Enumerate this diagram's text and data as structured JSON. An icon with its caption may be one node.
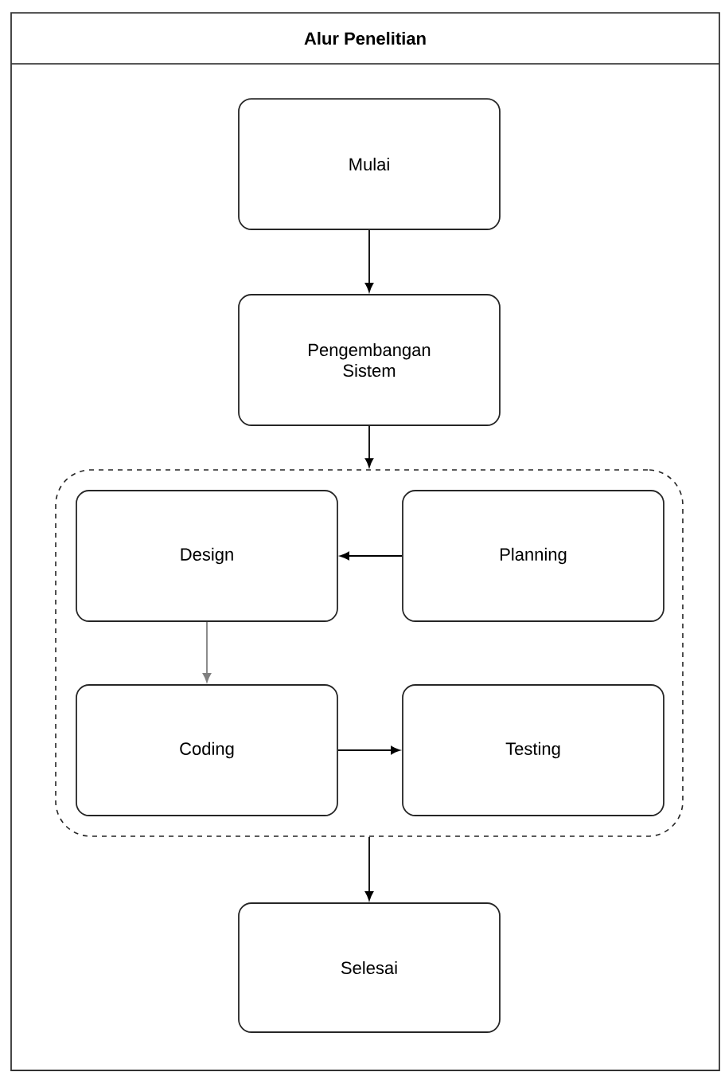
{
  "diagram": {
    "nodes": [
      {
        "text": [
          "Alur Penelitian"
        ]
      },
      {
        "text": [
          "Mulai"
        ],
        "in": 0
      },
      {
        "text": [
          "Pengembangan Sistem"
        ],
        "in": 0
      },
      {
        "text": [],
        "shape": "box",
        "in": 0
      },
      {
        "text": [
          "Design"
        ],
        "in": 3
      },
      {
        "text": [
          "Planning"
        ],
        "in": 3
      },
      {
        "text": [
          "Coding"
        ],
        "in": 3
      },
      {
        "text": [
          "Testing"
        ],
        "in": 3
      },
      {
        "text": [
          "Selesai"
        ],
        "in": 0
      }
    ],
    "edges": [
      {
        "from": 1,
        "to": 2,
        "arrow": "to"
      },
      {
        "from": 2,
        "to": 3,
        "arrow": "to"
      },
      {
        "from": 5,
        "to": 4,
        "arrow": "to"
      },
      {
        "from": 4,
        "to": 6,
        "arrow": "to",
        "color": "#808080"
      },
      {
        "from": 6,
        "to": 7,
        "arrow": "to"
      },
      {
        "from": 3,
        "to": 8,
        "arrow": "to"
      }
    ]
  }
}
